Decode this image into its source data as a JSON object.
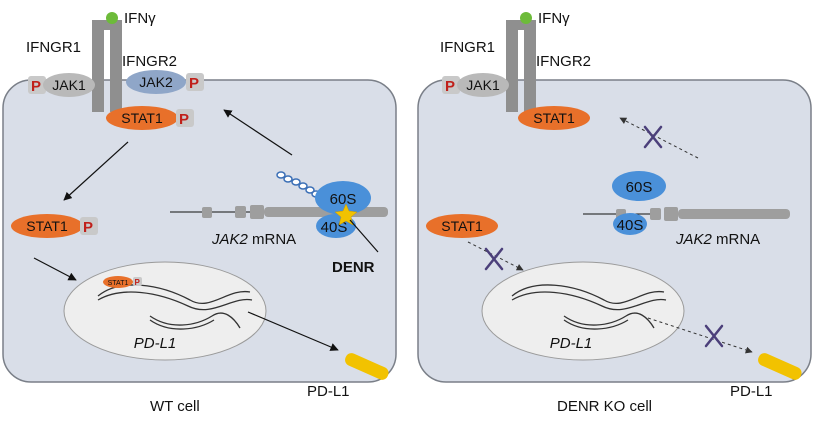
{
  "colors": {
    "cell_fill": "#d9dee8",
    "cell_stroke": "#7a7f88",
    "receptor": "#8f8f8f",
    "jak1": "#b9b9b9",
    "jak2": "#8fa6c8",
    "stat1": "#e8702a",
    "phospho": "#c0201a",
    "ribosome": "#4a90d9",
    "ifng": "#6dbb3a",
    "denr_star": "#f2c200",
    "pdl1_protein": "#f2c200",
    "inhibit_x": "#4b3f7a",
    "nucleus": "#eeeeee"
  },
  "labels": {
    "ifng": "IFNγ",
    "ifngr1": "IFNGR1",
    "ifngr2": "IFNGR2",
    "jak1": "JAK1",
    "jak2": "JAK2",
    "stat1": "STAT1",
    "phospho": "P",
    "ribosome_large": "60S",
    "ribosome_small": "40S",
    "mrna_gene": "JAK2",
    "mrna_suffix": " mRNA",
    "denr": "DENR",
    "gene": "PD-L1",
    "protein": "PD-L1"
  },
  "panels": [
    {
      "id": "wt",
      "caption": "WT cell"
    },
    {
      "id": "ko",
      "caption": "DENR KO cell"
    }
  ]
}
